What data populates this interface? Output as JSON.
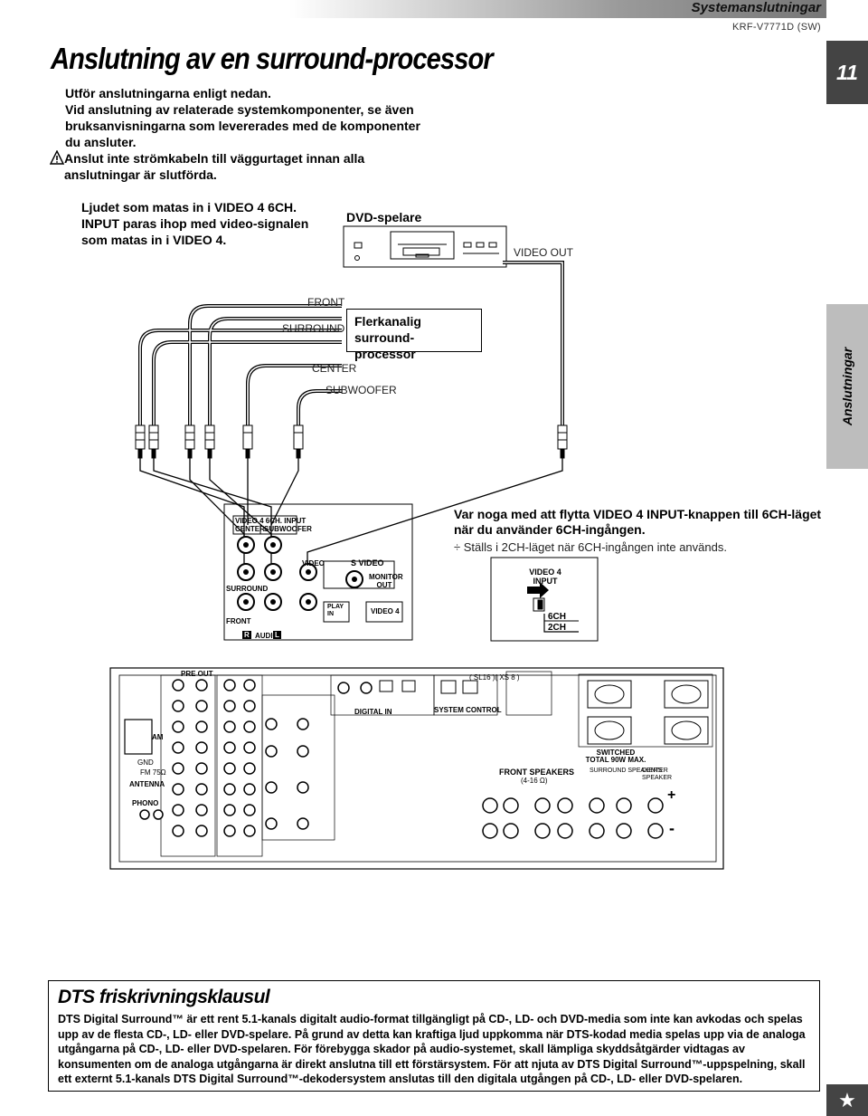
{
  "header": {
    "section": "Systemanslutningar",
    "model": "KRF-V7771D (SW)",
    "page_number": "11"
  },
  "title": "Anslutning av en surround-processor",
  "intro": {
    "line1": "Utför anslutningarna enligt nedan.",
    "line2": "Vid anslutning av relaterade systemkomponenter, se även bruksanvisningarna som levererades med de komponenter du ansluter.",
    "warning": "Anslut inte strömkabeln till väggurtaget innan alla anslutningar är slutförda."
  },
  "note": "Ljudet som matas in i VIDEO 4 6CH. INPUT paras ihop med video-signalen som matas in i VIDEO 4.",
  "diagram": {
    "dvd_label": "DVD-spelare",
    "video_out": "VIDEO OUT",
    "front": "FRONT",
    "surround": "SURROUND",
    "processor_line1": "Flerkanalig",
    "processor_line2": "surround-processor",
    "center": "CENTER",
    "subwoofer": "SUBWOOFER"
  },
  "sidebar": {
    "label": "Anslutningar"
  },
  "caution": {
    "text": "Var noga med att flytta VIDEO 4 INPUT-knappen till 6CH-läget när du använder 6CH-ingången.",
    "sub": "÷ Ställs i 2CH-läget när 6CH-ingången inte används."
  },
  "detail_panel": {
    "six_ch_input": "VIDEO 4 6CH. INPUT",
    "center": "CENTER",
    "subwoofer": "SUBWOOFER",
    "surround": "SURROUND",
    "front": "FRONT",
    "video": "VIDEO",
    "s_video": "S VIDEO",
    "monitor_out": "MONITOR OUT",
    "play_in": "PLAY IN",
    "video4": "VIDEO 4",
    "r": "R",
    "audio": "AUDIO",
    "l": "L"
  },
  "switch_box": {
    "title": "VIDEO 4 INPUT",
    "opt1": "6CH",
    "opt2": "2CH"
  },
  "rear_panel": {
    "pre_out": "PRE OUT",
    "am": "AM",
    "gnd": "GND",
    "fm": "FM 75Ω",
    "antenna": "ANTENNA",
    "phono": "PHONO",
    "front_speakers": "FRONT SPEAKERS",
    "surround_speakers": "SURROUND SPEAKERS",
    "center_speaker": "CENTER SPEAKER",
    "impedance": "(4-16 Ω)",
    "switched": "SWITCHED TOTAL 90W MAX.",
    "system_control": "SYSTEM CONTROL",
    "digital_in": "DIGITAL IN",
    "sl16": "( SL16 )( XS 8 )",
    "plus": "+",
    "minus": "-"
  },
  "dts": {
    "title": "DTS friskrivningsklausul",
    "text": "DTS Digital Surround™ är ett rent 5.1-kanals digitalt audio-format tillgängligt på CD-, LD- och DVD-media som inte kan avkodas och spelas upp av de flesta CD-, LD- eller DVD-spelare. På grund av detta kan kraftiga ljud uppkomma när DTS-kodad media spelas upp via de analoga utgångarna på CD-, LD- eller DVD-spelaren. För förebygga skador på audio-systemet, skall lämpliga skyddsåtgärder vidtagas av konsumenten om de analoga utgångarna är direkt anslutna till ett förstärsystem. För att njuta av DTS Digital Surround™-uppspelning, skall ett externt 5.1-kanals DTS Digital Surround™-dekodersystem anslutas till den digitala utgången på CD-, LD- eller DVD-spelaren."
  }
}
